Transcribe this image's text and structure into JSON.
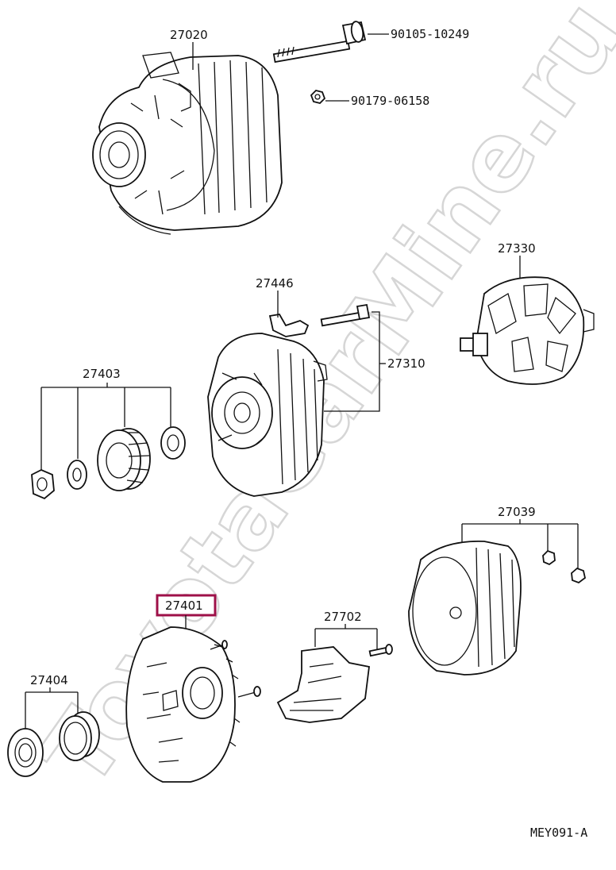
{
  "watermark": "ToyotaCarMine.ru",
  "diagram_code": "MEY091-A",
  "highlight_color": "#9e1048",
  "parts": {
    "alternator_assy": "27020",
    "bolt": "90105-10249",
    "nut": "90179-06158",
    "terminal_insulator": "27446",
    "rotor_assy": "27330",
    "drive_end_frame": "27310",
    "pulley_set": "27403",
    "rectifier_end_frame": "27401",
    "regulator": "27702",
    "rear_cover": "27039",
    "bearing_set": "27404"
  }
}
